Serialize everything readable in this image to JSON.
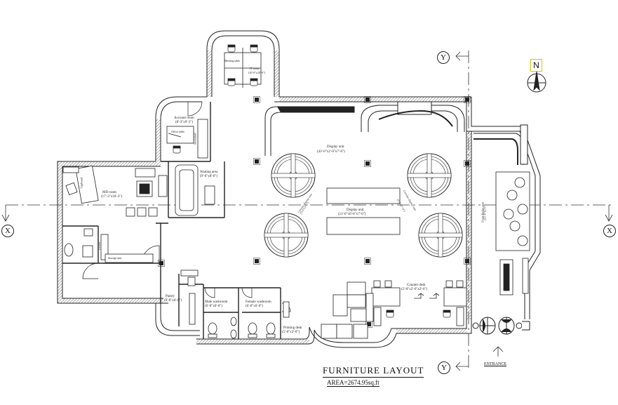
{
  "drawing": {
    "title": "FURNITURE  LAYOUT",
    "area": "AREA=2674.95sq.ft",
    "entrance": "ENTRANCE",
    "north": "N"
  },
  "axes": {
    "x_left": "X",
    "x_right": "X",
    "y_top": "Y",
    "y_bottom": "Y"
  },
  "rooms": {
    "meeting_table": "Meeting table",
    "it_room": "IT room",
    "it_room_size": "(10'-0\"x10'-0\")",
    "accounts_room": "Account room",
    "accounts_room_size": "(8'-3\"x9'-3\")",
    "office_table": "Office table",
    "md_room": "MD room",
    "md_room_size": "(17'-3\"x16'-3\")",
    "waiting_area": "Waiting area",
    "waiting_area_size": "(9'-6\"x8'-0\")",
    "display_unit_top": "Display unit",
    "display_unit_top_size": "(43'-0\"x2'-0\"x7'-0\")",
    "display_unit_mid": "Display unit",
    "display_unit_mid_size": "(11'-0\"x6'-0\"x7'-0\")",
    "circular_display_left": "Circular display unit",
    "circular_display_left_size": "(5'-0\"x7'-0\")",
    "circular_display_right": "Circular display unit",
    "circular_display_right_size": "(5'-0\"x7'-0\")",
    "front_display_unit": "Front display unit",
    "front_display_unit_size": "(12'-0\"x2'-0\")",
    "counter_desk": "Counter desk",
    "counter_desk_size": "(5'-0\"x2'-6\"x2'-6\")",
    "pantry": "Pantry",
    "pantry_size": "(9'-0\"x6'-6\")",
    "male_washroom": "Male washroom",
    "male_washroom_size": "(6'-0\"x6'-0\")",
    "female_washroom": "Female washroom",
    "female_washroom_size": "(6'-0\"x6'-0\")",
    "printing_desk": "Printing desk",
    "printing_desk_size": "(5'-0\"x2'-0\")",
    "cupboard": "Cupboard",
    "locker": "Locker",
    "bookshelf": "Bookshelf",
    "storage": "Storage unit"
  }
}
